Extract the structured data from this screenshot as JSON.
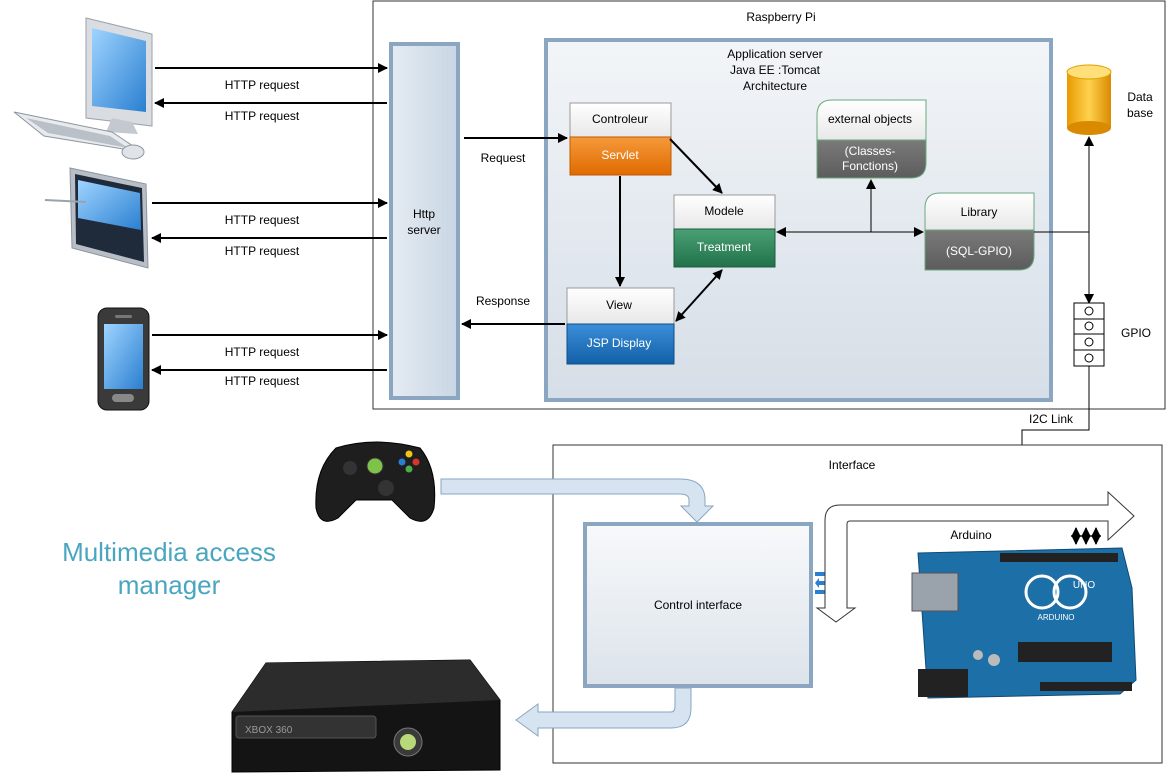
{
  "raspberry": {
    "title": "Raspberry Pi"
  },
  "app_server": {
    "line1": "Application server",
    "line2": "Java EE :Tomcat",
    "line3": "Architecture"
  },
  "http_server": {
    "line1": "Http",
    "line2": "server"
  },
  "clients": {
    "request_label": "HTTP request"
  },
  "flow": {
    "request": "Request",
    "response": "Response"
  },
  "boxes": {
    "controleur": {
      "top": "Controleur",
      "bottom": "Servlet"
    },
    "modele": {
      "top": "Modele",
      "bottom": "Treatment"
    },
    "view": {
      "top": "View",
      "bottom": "JSP Display"
    },
    "external": {
      "top": "external objects",
      "bottom1": "(Classes-",
      "bottom2": "Fonctions)"
    },
    "library": {
      "top": "Library",
      "bottom": "(SQL-GPIO)"
    }
  },
  "database": {
    "line1": "Data",
    "line2": "base"
  },
  "gpio": {
    "label": "GPIO"
  },
  "i2c": {
    "label": "I2C Link"
  },
  "interface": {
    "title": "Interface",
    "control": "Control interface",
    "arduino": "Arduino"
  },
  "title_text": {
    "line1": "Multimedia access",
    "line2": "manager"
  },
  "devices": {
    "arduino_model": "UNO",
    "arduino_brand": "ARDUINO",
    "xbox_label": "XBOX 360"
  },
  "colors": {
    "orange": "#f07a10",
    "green": "#2e8b57",
    "blue": "#1a72c4",
    "panel": "#dfe6ee",
    "panel_border": "#8aa6c0",
    "title": "#4aa6c0",
    "arrow_fill": "#d6e4f2"
  }
}
